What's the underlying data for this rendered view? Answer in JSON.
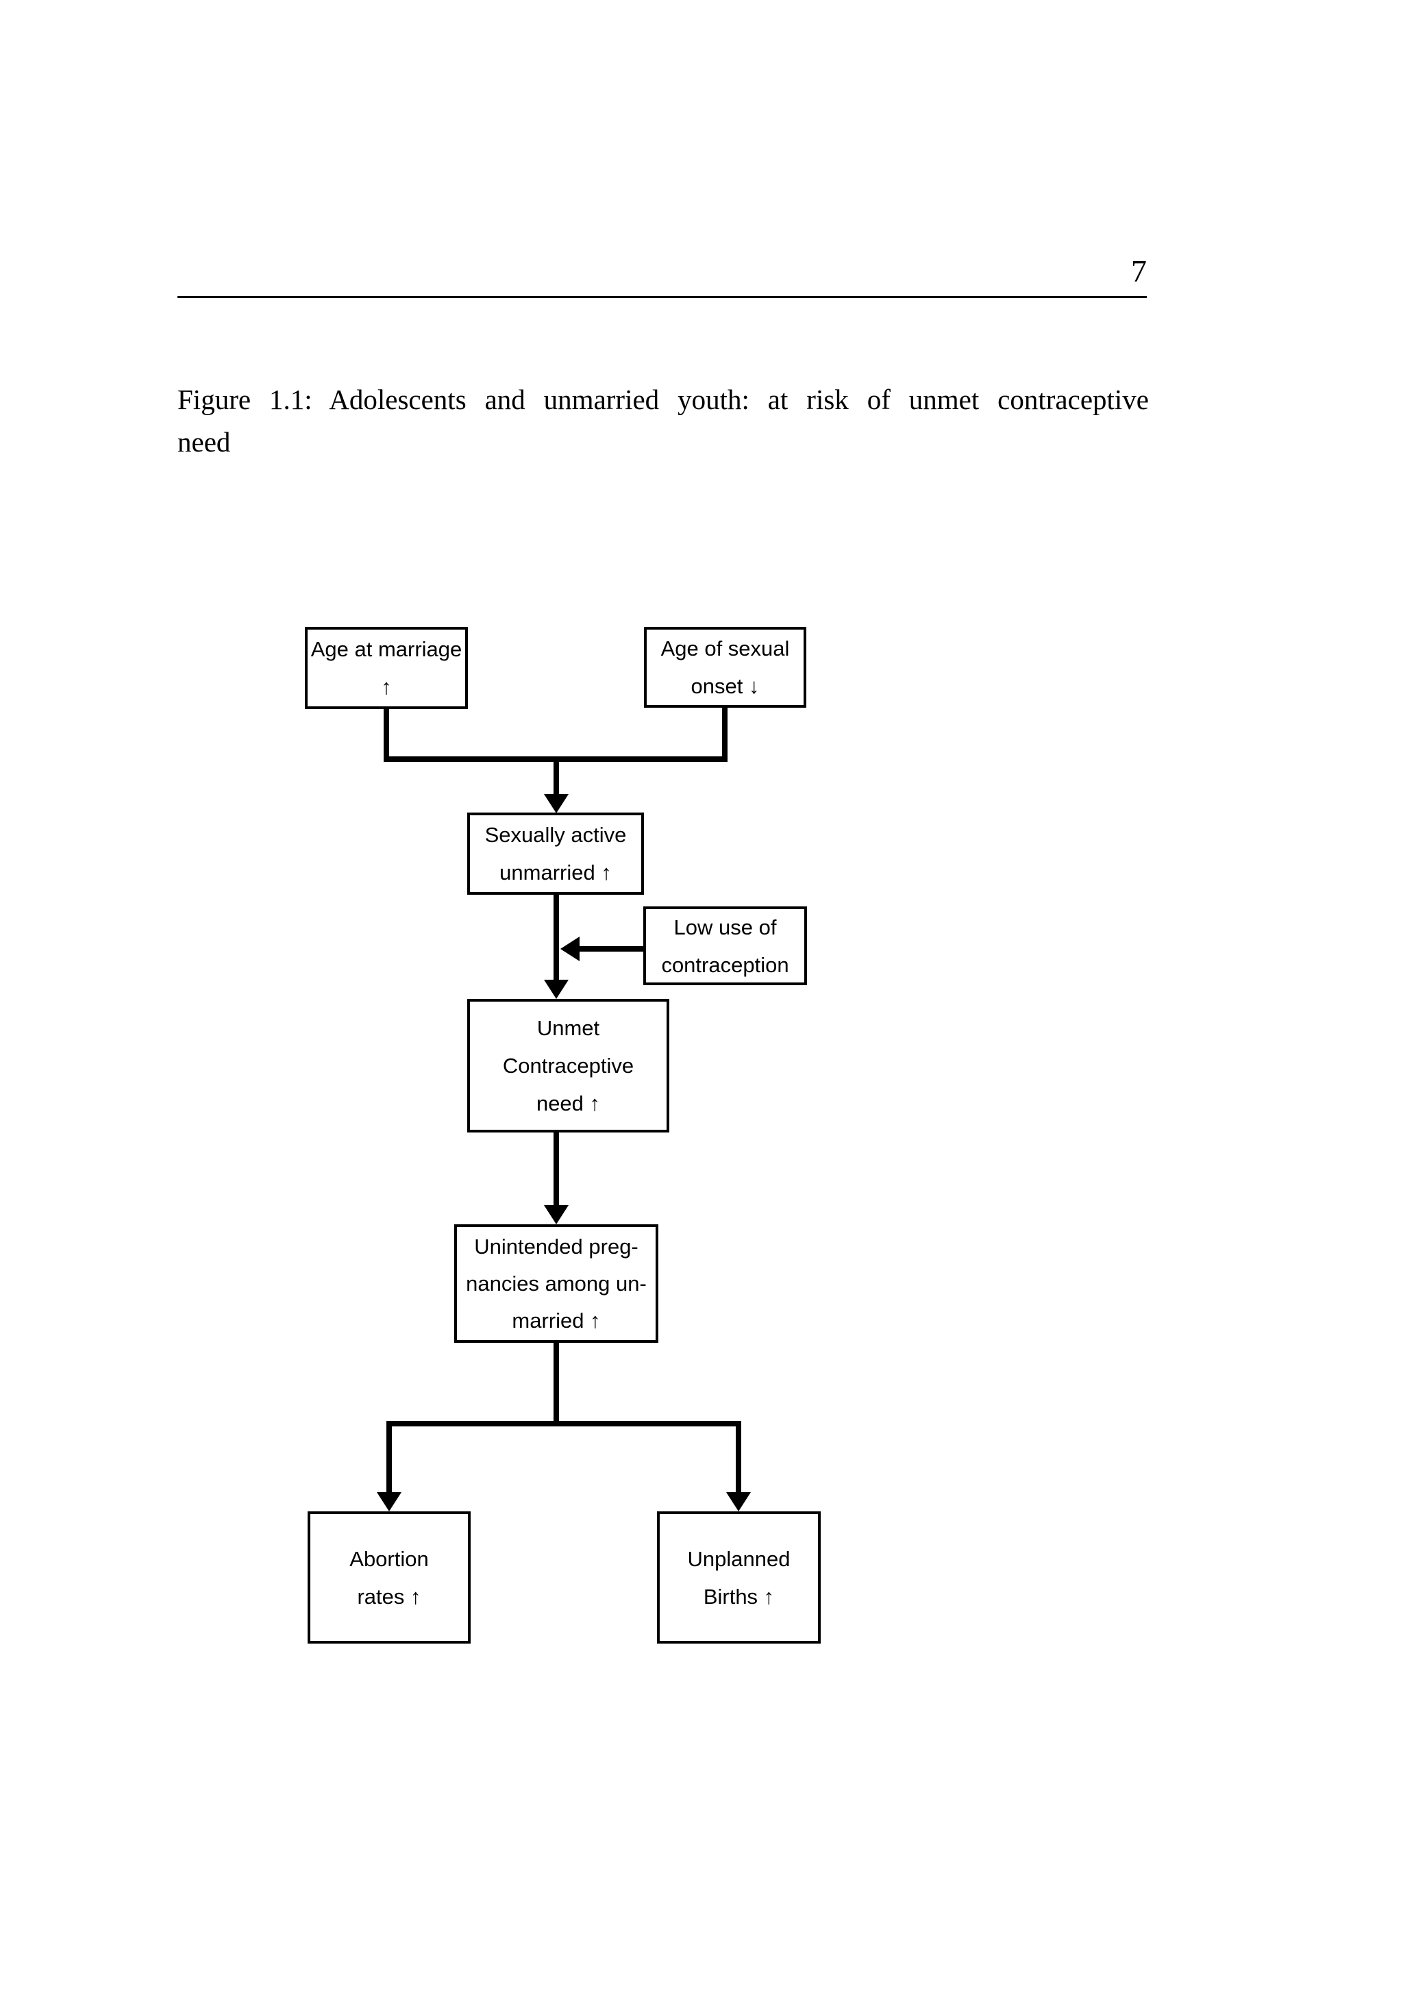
{
  "page": {
    "number": "7"
  },
  "caption": {
    "line1": "Figure 1.1: Adolescents and unmarried youth: at risk of unmet contraceptive",
    "line2": "need"
  },
  "diagram": {
    "boxes": {
      "age_at_marriage": "Age at marriage\n↑",
      "age_of_sexual_onset": "Age of sexual\nonset ↓",
      "sexually_active_unmarried": "Sexually active\nunmarried ↑",
      "low_use_of_contraception": "Low use of\ncontraception",
      "unmet_contraceptive_need": "Unmet\nContraceptive\nneed ↑",
      "unintended_pregnancies": "Unintended preg-\nnancies among un-\nmarried ↑",
      "abortion_rates": "Abortion\nrates ↑",
      "unplanned_births": "Unplanned\nBirths ↑"
    }
  },
  "colors": {
    "ink": "#000000",
    "paper": "#ffffff"
  }
}
